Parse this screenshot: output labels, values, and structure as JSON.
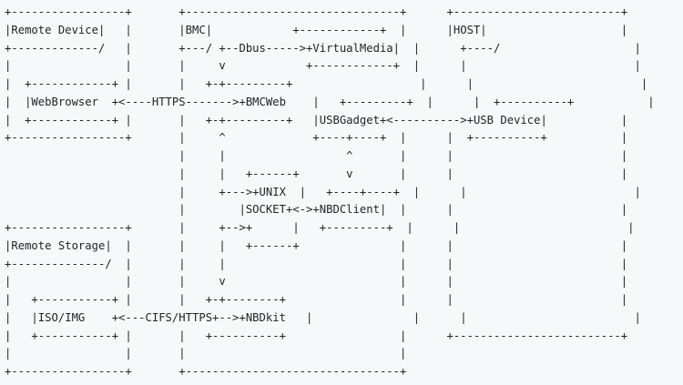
{
  "diagram": {
    "lines": [
      "+-----------------+       +--------------------------------+      +-------------------------+",
      "|Remote Device|   |       |BMC|            +------------+  |      |HOST|                    |",
      "+-------------/   |       +---/ +--Dbus----->+VirtualMedia|  |      +----/                    |",
      "|                 |       |     v            +------------+  |      |                         |",
      "|  +------------+ |       |   +-+---------+                   |      |                         |",
      "|  |WebBrowser  +<----HTTPS------->+BMCWeb    |   +---------+  |      |  +----------+           |",
      "|  +------------+ |       |   +-+---------+   |USBGadget+<---------->+USB Device|           |",
      "+-----------------+       |     ^             +----+----+  |      |  +----------+           |",
      "                          |     |                  ^       |      |                         |",
      "                          |     |   +------+       v       |      |                         |",
      "                          |     +--->+UNIX  |   +----+----+  |      |                         |",
      "                          |        |SOCKET+<->+NBDClient|  |      |                         |",
      "+-----------------+       |     +-->+      |   +---------+  |      |                         |",
      "|Remote Storage|  |       |     |   +------+               |      |                         |",
      "+--------------/  |       |     |                          |      |                         |",
      "|                 |       |     v                          |      |                         |",
      "|   +-----------+ |       |   +-+--------+                 |      |                         |",
      "|   |ISO/IMG    +<---CIFS/HTTPS+-->+NBDkit   |               |      |                         |",
      "|   +-----------+ |       |   +----------+                 |      +-------------------------+",
      "|                 |       |                                |",
      "+-----------------+       +--------------------------------+"
    ]
  }
}
